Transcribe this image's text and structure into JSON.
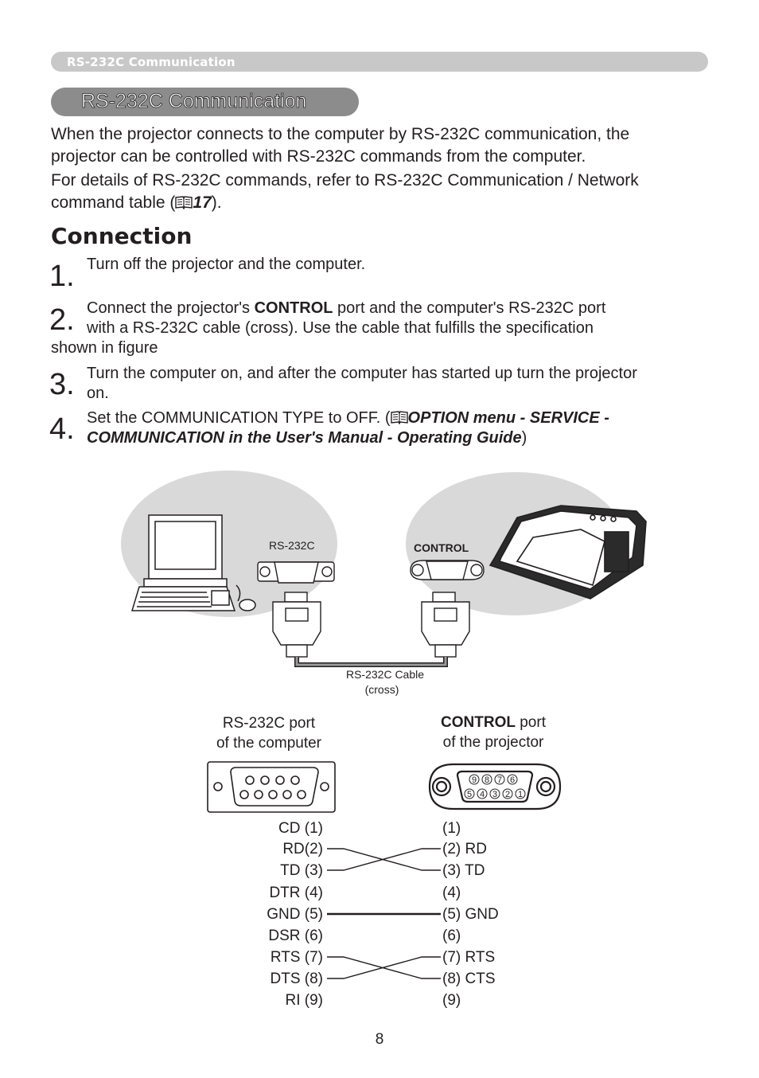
{
  "header": {
    "running_title": "RS-232C Communication"
  },
  "section": {
    "title": "RS-232C Communication"
  },
  "intro": {
    "line1": "When the projector connects to the computer by RS-232C communication, the",
    "line2": "projector can be controlled with RS-232C commands from the computer.",
    "line3": "For details of RS-232C commands, refer to RS-232C Communication / Network",
    "line4_pre": "command table (",
    "line4_ref": "17",
    "line4_post": ")."
  },
  "connection": {
    "heading": "Connection",
    "steps": [
      {
        "number": "1.",
        "lines": [
          "Turn off the projector and the computer."
        ]
      },
      {
        "number": "2.",
        "line1_pre": "Connect the projector's ",
        "line1_bold": "CONTROL",
        "line1_post": " port and the computer's RS-232C port",
        "line2": "with a RS-232C cable (cross). Use the cable that fulfills the specification",
        "line3": "shown in figure"
      },
      {
        "number": "3.",
        "lines": [
          "Turn the computer on, and after the computer has started up turn the projector",
          "on."
        ]
      },
      {
        "number": "4.",
        "line1_pre": "Set the COMMUNICATION TYPE to OFF. (",
        "line1_ref": "OPTION menu - SERVICE -",
        "line2_ref": "COMMUNICATION in the User's Manual - Operating Guide",
        "line2_post": ")"
      }
    ]
  },
  "diagram": {
    "computer_port_label": "RS-232C",
    "projector_port_label": "CONTROL",
    "cable_label_1": "RS-232C Cable",
    "cable_label_2": "(cross)",
    "left_port_title_1": "RS-232C port",
    "left_port_title_2": "of the computer",
    "right_port_title_bold": "CONTROL",
    "right_port_title_rest": " port",
    "right_port_title_2": "of the projector",
    "pin_numbers_top": [
      "9",
      "8",
      "7",
      "6"
    ],
    "pin_numbers_bottom": [
      "5",
      "4",
      "3",
      "2",
      "1"
    ],
    "left_pins": [
      "CD (1)",
      "RD(2)",
      "TD (3)",
      "DTR (4)",
      "GND (5)",
      "DSR (6)",
      "RTS (7)",
      "DTS (8)",
      "RI (9)"
    ],
    "right_pins": [
      "(1)",
      "(2) RD",
      "(3) TD",
      "(4)",
      "(5) GND",
      "(6)",
      "(7) RTS",
      "(8) CTS",
      "(9)"
    ]
  },
  "footer": {
    "page_number": "8"
  },
  "colors": {
    "pill_dark": "#8c8c8c",
    "pill_light": "#c8c8c8",
    "text": "#231f20",
    "ellipse": "#d9d9d9"
  },
  "icons": [
    "book-reference-icon"
  ]
}
